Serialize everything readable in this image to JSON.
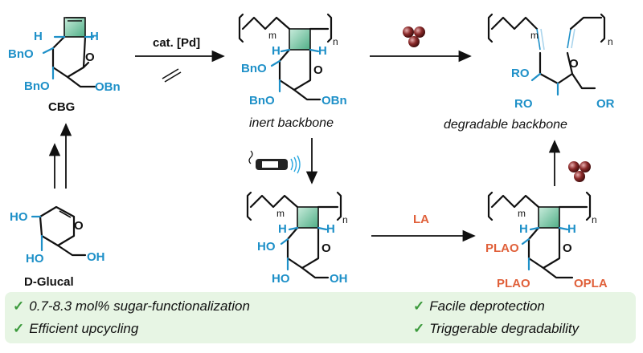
{
  "labels": {
    "cbg": "CBG",
    "glucal": "D-Glucal",
    "catalyst": "cat. [Pd]",
    "la": "LA",
    "inert": "inert backbone",
    "degradable": "degradable backbone"
  },
  "groups": {
    "bno": "BnO",
    "obn": "OBn",
    "ho": "HO",
    "oh": "OH",
    "h": "H",
    "o": "O",
    "ro": "RO",
    "or": "OR",
    "plao": "PLAO",
    "opla": "OPLA",
    "m": "m",
    "n": "n"
  },
  "features": [
    "0.7-8.3 mol% sugar-functionalization",
    "Efficient upcycling",
    "Facile deprotection",
    "Triggerable degradability"
  ],
  "colors": {
    "substituent_blue": "#1e90c8",
    "pla_orange": "#e0603a",
    "square_fill": "#7ec8a8",
    "feature_bg": "#e7f5e4",
    "check_green": "#3c9a3c",
    "ball": "#7a1f1f"
  }
}
